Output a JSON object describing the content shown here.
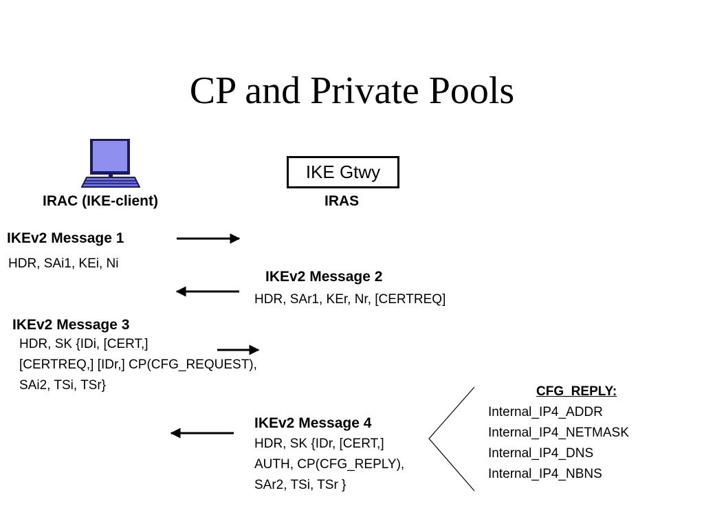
{
  "slide": {
    "title": "CP and Private Pools"
  },
  "client": {
    "label": "IRAC (IKE-client)",
    "icon": "laptop-icon"
  },
  "gateway": {
    "box_label": "IKE Gtwy",
    "label": "IRAS"
  },
  "messages": [
    {
      "title": "IKEv2 Message 1",
      "lines": [
        "HDR, SAi1, KEi, Ni"
      ],
      "direction": "right"
    },
    {
      "title": "IKEv2 Message 2",
      "lines": [
        "HDR, SAr1, KEr, Nr, [CERTREQ]"
      ],
      "direction": "left"
    },
    {
      "title": "IKEv2 Message 3",
      "lines": [
        "HDR, SK {IDi, [CERT,]",
        "[CERTREQ,] [IDr,] CP(CFG_REQUEST),",
        "SAi2, TSi, TSr}"
      ],
      "direction": "right"
    },
    {
      "title": "IKEv2 Message 4",
      "lines": [
        "HDR, SK {IDr, [CERT,]",
        "AUTH, CP(CFG_REPLY),",
        "SAr2, TSi, TSr }"
      ],
      "direction": "left"
    }
  ],
  "cfg_reply": {
    "title": "CFG_REPLY:",
    "items": [
      "Internal_IP4_ADDR",
      "Internal_IP4_NETMASK",
      "Internal_IP4_DNS",
      "Internal_IP4_NBNS"
    ]
  },
  "colors": {
    "laptop_screen": "#8f8ff0",
    "laptop_body": "#6e6ee0",
    "outline": "#1a1a60"
  }
}
